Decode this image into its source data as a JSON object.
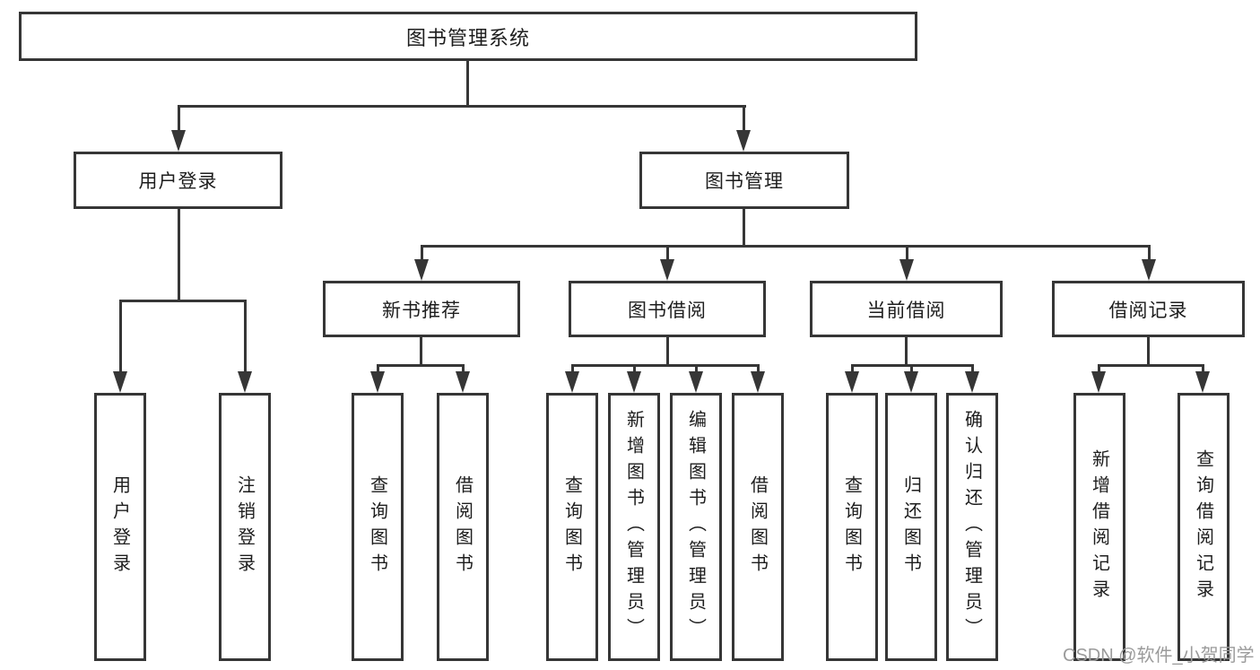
{
  "colors": {
    "line": "#363636",
    "box_border": "#363636",
    "box_background": "#ffffff",
    "text": "#1d1d1d",
    "watermark": "#9b9b9b",
    "page_background": "#ffffff"
  },
  "watermark": "CSDN @软件_小贺同学",
  "nodes": {
    "root": "图书管理系统",
    "user_login": "用户登录",
    "book_mgmt": "图书管理",
    "new_books": "新书推荐",
    "book_borrow": "图书借阅",
    "current_borrow": "当前借阅",
    "borrow_records": "借阅记录",
    "leaf_user_login": "用户登录",
    "leaf_logout": "注销登录",
    "leaf_nb_query": "查询图书",
    "leaf_nb_borrow": "借阅图书",
    "leaf_bb_query": "查询图书",
    "leaf_bb_add": "新增图书（管理员）",
    "leaf_bb_edit": "编辑图书（管理员）",
    "leaf_bb_borrow": "借阅图书",
    "leaf_cb_query": "查询图书",
    "leaf_cb_return": "归还图书",
    "leaf_cb_confirm": "确认归还（管理员）",
    "leaf_br_add": "新增借阅记录",
    "leaf_br_query": "查询借阅记录"
  }
}
